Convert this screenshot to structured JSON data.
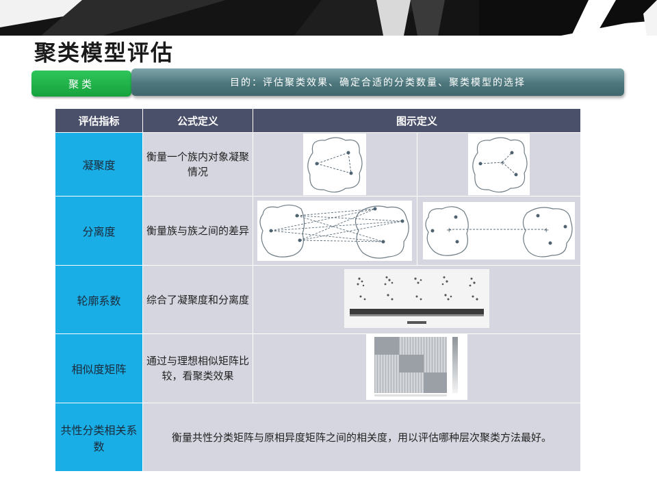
{
  "slide": {
    "title": "聚类模型评估",
    "tag_label": "聚类",
    "purpose": "目的：评估聚类效果、确定合适的分类数量、聚类模型的选择"
  },
  "table": {
    "headers": [
      "评估指标",
      "公式定义",
      "图示定义"
    ],
    "rows": [
      {
        "name": "凝聚度",
        "formula": "衡量一个族内对象凝聚情况"
      },
      {
        "name": "分离度",
        "formula": "衡量族与族之间的差异"
      },
      {
        "name": "轮廓系数",
        "formula": "综合了凝聚度和分离度"
      },
      {
        "name": "相似度矩阵",
        "formula": "通过与理想相似矩阵比较，看聚类效果"
      },
      {
        "name": "共性分类相关系数",
        "merged_text": "衡量共性分类矩阵与原相异度矩阵之间的相关度，用以评估哪种层次聚类方法最好。"
      }
    ]
  },
  "colors": {
    "header_bg": "#4a4f6a",
    "name_cell_bg": "#1aaee6",
    "body_cell_bg": "#d5d6e0",
    "tag_green": "#1fae47",
    "purpose_bar": "#4c767c"
  }
}
